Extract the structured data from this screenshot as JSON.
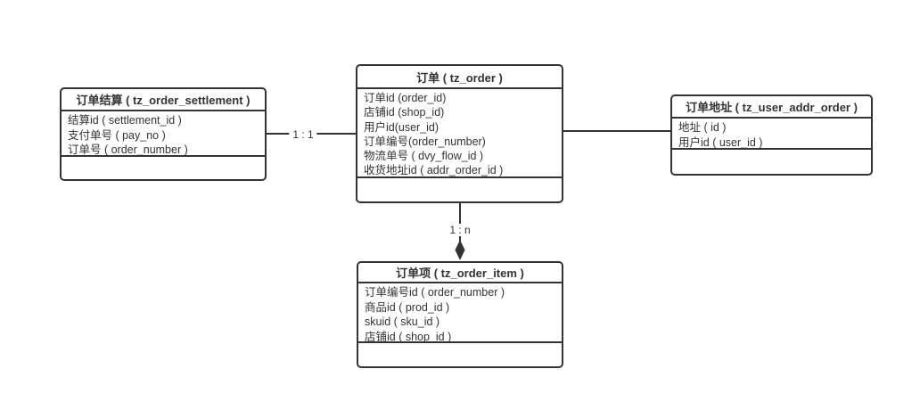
{
  "diagram": {
    "background_color": "#ffffff",
    "line_color": "#333333",
    "text_color": "#333333",
    "tables": {
      "settlement": {
        "title": "订单结算 ( tz_order_settlement )",
        "fields": [
          "结算id ( settlement_id )",
          "支付单号 ( pay_no )",
          "订单号 ( order_number )"
        ]
      },
      "order": {
        "title": "订单 ( tz_order )",
        "fields": [
          "订单id (order_id)",
          "店铺id (shop_id)",
          "用户id(user_id)",
          "订单编号(order_number)",
          "物流单号 ( dvy_flow_id )",
          "收货地址id ( addr_order_id )"
        ]
      },
      "addr": {
        "title": "订单地址 ( tz_user_addr_order )",
        "fields": [
          "地址 ( id )",
          "用户id ( user_id )"
        ]
      },
      "item": {
        "title": "订单项 ( tz_order_item )",
        "fields": [
          "订单编号id ( order_number )",
          "商品id ( prod_id )",
          "skuid ( sku_id )",
          "店铺id ( shop_id )"
        ]
      }
    },
    "relations": {
      "settlement_order": {
        "label": "1 : 1"
      },
      "order_item": {
        "label": "1 : n"
      }
    }
  }
}
